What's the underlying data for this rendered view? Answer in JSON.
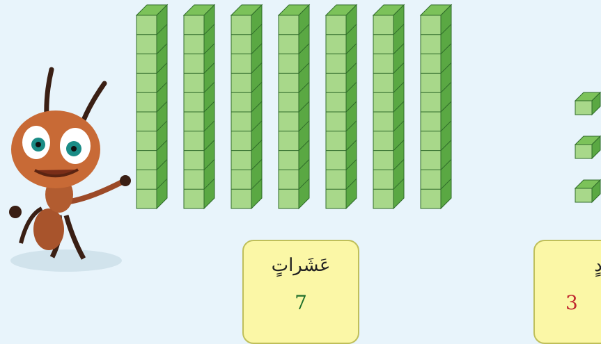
{
  "tens": {
    "label": "عَشَراتٍ",
    "count": "7",
    "rods": 7,
    "cubes_per_rod": 10
  },
  "ones": {
    "label": "آحادٍ",
    "count": "3",
    "cubes": 3
  },
  "colors": {
    "cube_face": "#a8d88a",
    "cube_top": "#7cc25a",
    "cube_side": "#5aa843",
    "outline": "#2f6b2a",
    "card_bg": "#fbf7a6"
  },
  "mascot": "ant-character"
}
